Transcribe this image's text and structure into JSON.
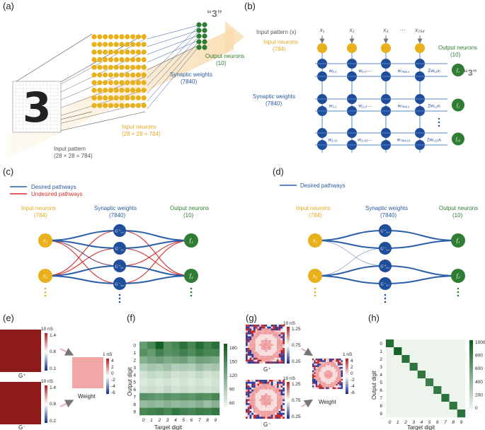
{
  "panels": {
    "a": "(a)",
    "b": "(b)",
    "c": "(c)",
    "d": "(d)",
    "e": "(e)",
    "f": "(f)",
    "g": "(g)",
    "h": "(h)"
  },
  "colors": {
    "input": "#e8b01c",
    "synapse": "#1f4e9a",
    "output": "#2e7d32",
    "desired": "#2a5fa8",
    "undesired": "#d32f2f",
    "grey_text": "#555555"
  },
  "panel_a": {
    "digit_label": "“3”",
    "output_neurons": "Output neurons",
    "output_count": "(10)",
    "synaptic_weights": "Synaptic weights",
    "synaptic_count": "(7840)",
    "input_neurons": "Input neurons",
    "input_count": "(28 × 28 = 784)",
    "input_pattern": "Input pattern",
    "input_pattern_size": "(28 × 28 = 784)",
    "digit_glyph": "3"
  },
  "panel_b": {
    "input_pattern": "Input pattern (x)",
    "x_labels": [
      "x₁",
      "x₂",
      "x₃",
      "⋯",
      "x₇₈₄"
    ],
    "input_neurons": "Input neurons",
    "input_count": "(784)",
    "synaptic_weights": "Synaptic weights",
    "synaptic_count": "(7840)",
    "output_neurons": "Output neurons",
    "output_count": "(10)",
    "output_label": "“3”",
    "row_weights": [
      [
        "w₁,₁",
        "w₂,₁",
        "w₇₈₄,₁"
      ],
      [
        "w₁,₂",
        "w₂,₂",
        "w₇₈₄,₂"
      ],
      [
        "w₁,₁₀",
        "w₂,₁₀",
        "w₇₈₄,₁₀"
      ]
    ],
    "sum_labels": [
      "Σwᵢ,₁xᵢ",
      "Σwᵢ,₂xᵢ",
      "Σwᵢ,₁₀xᵢ"
    ],
    "f_labels": [
      "f₁",
      "f₂",
      "f₁₀"
    ],
    "ellipsis": "⋯"
  },
  "panel_c": {
    "legend": [
      "Desired pathways",
      "Undesired pathways"
    ],
    "input_neurons": "Input neurons",
    "input_count": "(784)",
    "synaptic_weights": "Synaptic weights",
    "synaptic_count": "(7840)",
    "output_neurons": "Output neurons",
    "output_count": "(10)",
    "inputs": [
      "x₁",
      "x₂"
    ],
    "synapses": [
      "G⁺₁,₁",
      "G⁻₁,₁",
      "G⁺₂,₁",
      "G⁻₂,₁"
    ],
    "outputs": [
      "f₁",
      "f₂"
    ]
  },
  "panel_d": {
    "legend": [
      "Desired pathways"
    ],
    "input_neurons": "Input neurons",
    "input_count": "(784)",
    "synaptic_weights": "Synaptic weights",
    "synaptic_count": "(7840)",
    "output_neurons": "Output neurons",
    "output_count": "(10)",
    "inputs": [
      "x₁",
      "x₂"
    ],
    "synapses": [
      "G⁺₁,₁",
      "G⁻₁,₁",
      "G⁺₂,₁",
      "G⁻₂,₁"
    ],
    "outputs": [
      "f₁",
      "f₂"
    ]
  },
  "panel_e": {
    "gplus_label": "G⁺",
    "gminus_label": "G⁻",
    "weight_label": "Weight",
    "cbar_g_unit": "10 nS",
    "cbar_g_ticks": [
      "1.4",
      "0.8",
      "0.2"
    ],
    "cbar_w_unit": "1 nS",
    "cbar_w_ticks": [
      "4",
      "2",
      "0",
      "-2",
      "-4",
      "-6"
    ]
  },
  "panel_f": {
    "type": "heatmap",
    "xlabel": "Target digit",
    "ylabel": "Output digit",
    "x": [
      "0",
      "1",
      "2",
      "3",
      "4",
      "5",
      "6",
      "7",
      "8",
      "9"
    ],
    "y": [
      "0",
      "1",
      "2",
      "3",
      "4",
      "5",
      "6",
      "7",
      "8",
      "9"
    ],
    "cbar_ticks": [
      "180",
      "150",
      "120",
      "90",
      "60"
    ],
    "vrange": [
      40,
      190
    ],
    "values": [
      [
        130,
        150,
        185,
        140,
        150,
        170,
        150,
        175,
        155,
        170
      ],
      [
        140,
        130,
        155,
        140,
        145,
        155,
        145,
        160,
        150,
        150
      ],
      [
        110,
        120,
        125,
        115,
        120,
        125,
        110,
        125,
        120,
        115
      ],
      [
        80,
        90,
        85,
        95,
        80,
        85,
        80,
        95,
        85,
        90
      ],
      [
        60,
        70,
        65,
        70,
        60,
        65,
        60,
        70,
        60,
        65
      ],
      [
        55,
        60,
        55,
        60,
        55,
        60,
        55,
        60,
        55,
        60
      ],
      [
        60,
        65,
        60,
        70,
        60,
        65,
        60,
        65,
        60,
        65
      ],
      [
        140,
        135,
        130,
        140,
        135,
        140,
        135,
        145,
        140,
        150
      ],
      [
        100,
        105,
        100,
        110,
        100,
        105,
        100,
        110,
        95,
        110
      ],
      [
        150,
        155,
        160,
        150,
        165,
        155,
        150,
        160,
        155,
        165
      ]
    ]
  },
  "panel_g": {
    "gplus_label": "G⁺",
    "gminus_label": "G⁻",
    "weight_label": "Weight",
    "cbar_g_unit": "10 nS",
    "cbar_g_ticks": [
      "1.25",
      "0.75",
      "0.25"
    ],
    "cbar_w_unit": "1 nS",
    "cbar_w_ticks": [
      "4",
      "2",
      "0",
      "-2",
      "-4",
      "-6"
    ]
  },
  "panel_h": {
    "type": "heatmap",
    "xlabel": "Target digit",
    "ylabel": "Output digit",
    "x": [
      "0",
      "1",
      "2",
      "3",
      "4",
      "5",
      "6",
      "7",
      "8",
      "9"
    ],
    "y": [
      "0",
      "1",
      "2",
      "3",
      "4",
      "5",
      "6",
      "7",
      "8",
      "9"
    ],
    "cbar_ticks": [
      "1000",
      "800",
      "600",
      "400",
      "200",
      "0"
    ],
    "vrange": [
      0,
      1100
    ],
    "diagonal": [
      980,
      1060,
      960,
      930,
      920,
      860,
      900,
      950,
      920,
      940
    ]
  },
  "chart_data": [
    {
      "type": "heatmap",
      "xlabel": "Target digit",
      "ylabel": "Output digit",
      "x": [
        "0",
        "1",
        "2",
        "3",
        "4",
        "5",
        "6",
        "7",
        "8",
        "9"
      ],
      "y": [
        "0",
        "1",
        "2",
        "3",
        "4",
        "5",
        "6",
        "7",
        "8",
        "9"
      ],
      "colorbar_ticks": [
        60,
        90,
        120,
        150,
        180
      ]
    },
    {
      "type": "heatmap",
      "xlabel": "Target digit",
      "ylabel": "Output digit",
      "x": [
        "0",
        "1",
        "2",
        "3",
        "4",
        "5",
        "6",
        "7",
        "8",
        "9"
      ],
      "y": [
        "0",
        "1",
        "2",
        "3",
        "4",
        "5",
        "6",
        "7",
        "8",
        "9"
      ],
      "colorbar_ticks": [
        0,
        200,
        400,
        600,
        800,
        1000
      ],
      "diagonal": [
        980,
        1060,
        960,
        930,
        920,
        860,
        900,
        950,
        920,
        940
      ]
    }
  ]
}
